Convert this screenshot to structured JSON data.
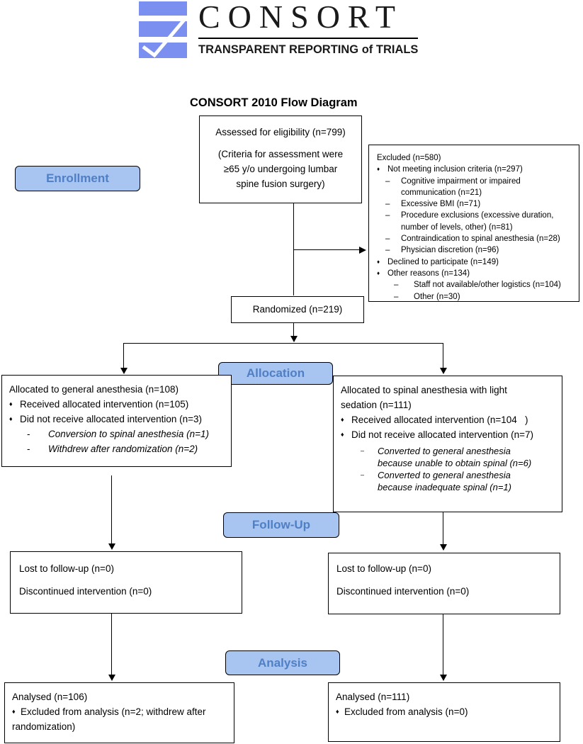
{
  "logo": {
    "name": "CONSORT",
    "tagline": "TRANSPARENT REPORTING of TRIALS",
    "colors": {
      "mark": "#7b8ff0",
      "text": "#1a1a1a"
    }
  },
  "title": "CONSORT 2010 Flow Diagram",
  "stages": {
    "enrollment": "Enrollment",
    "allocation": "Allocation",
    "follow_up": "Follow-Up",
    "analysis": "Analysis"
  },
  "stage_color": "#a8c4f0",
  "stage_text_color": "#4f7fc4",
  "assessed": {
    "line1": "Assessed for eligibility (n=799)",
    "line2": "(Criteria for assessment were",
    "line3": "≥65 y/o undergoing lumbar",
    "line4": "spine fusion surgery)"
  },
  "excluded": {
    "header": "Excluded (n=580)",
    "not_meeting": "Not meeting inclusion criteria (n=297)",
    "sub1a": "Cognitive impairment or impaired",
    "sub1b": "communication (n=21)",
    "sub2": "Excessive BMI (n=71)",
    "sub3a": "Procedure exclusions (excessive duration,",
    "sub3b": "number of levels, other) (n=81)",
    "sub4": "Contraindication to spinal anesthesia (n=28)",
    "sub5": "Physician discretion (n=96)",
    "declined": "Declined to participate (n=149)",
    "other": "Other reasons (n=134)",
    "other1": "Staff not available/other logistics (n=104)",
    "other2": "Other (n=30)"
  },
  "randomized": "Randomized (n=219)",
  "alloc_left": {
    "title": "Allocated to general anesthesia (n=108)",
    "received": "Received allocated intervention (n=105)",
    "not_received": "Did not receive allocated intervention (n=3)",
    "sub1": "Conversion to spinal anesthesia (n=1)",
    "sub2": "Withdrew after randomization (n=2)"
  },
  "alloc_right": {
    "title1": "Allocated to spinal anesthesia with light",
    "title2": "sedation (n=111)",
    "received": "Received allocated intervention (n=104   )",
    "not_received": "Did not receive allocated intervention (n=7)",
    "sub1a": "Converted to general anesthesia",
    "sub1b": "because unable to obtain spinal (n=6)",
    "sub2a": "Converted to general anesthesia",
    "sub2b": "because inadequate spinal (n=1)"
  },
  "follow_left": {
    "lost": "Lost to follow-up (n=0)",
    "discontinued": "Discontinued intervention (n=0)"
  },
  "follow_right": {
    "lost": "Lost to follow-up (n=0)",
    "discontinued": "Discontinued intervention (n=0)"
  },
  "analysis_left": {
    "analysed": "Analysed (n=106)",
    "excluded1": "Excluded from analysis (n=2; withdrew after",
    "excluded2": "randomization)"
  },
  "analysis_right": {
    "analysed": "Analysed (n=111)",
    "excluded": "Excluded from analysis (n=0)"
  },
  "symbols": {
    "bullet": "♦",
    "dash_normal": "–",
    "dash_left": "-"
  }
}
